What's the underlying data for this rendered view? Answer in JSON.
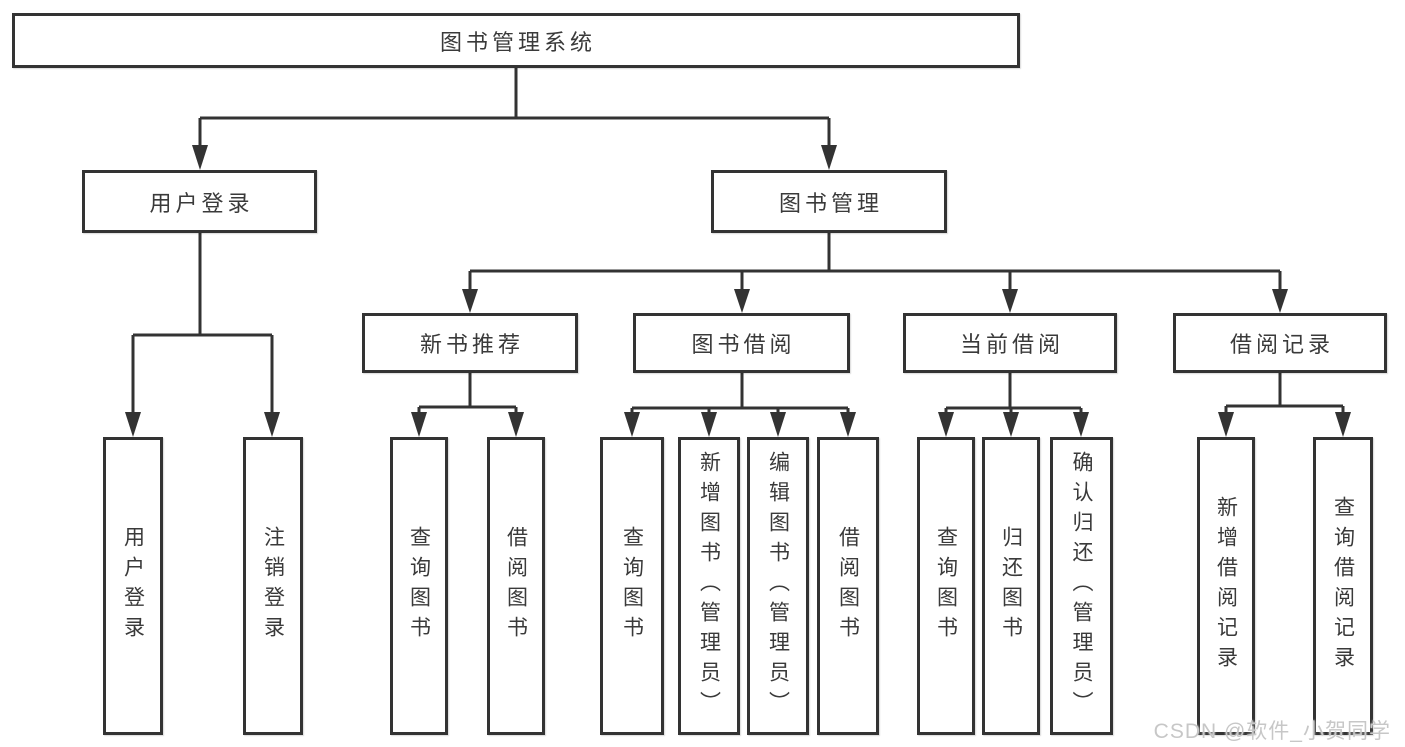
{
  "diagram": {
    "root": {
      "label": "图书管理系统"
    },
    "branches": [
      {
        "label": "用户登录",
        "children": [
          "用户登录",
          "注销登录"
        ]
      },
      {
        "label": "图书管理",
        "children": [
          {
            "label": "新书推荐",
            "children": [
              "查询图书",
              "借阅图书"
            ]
          },
          {
            "label": "图书借阅",
            "children": [
              "查询图书",
              "新增图书（管理员）",
              "编辑图书（管理员）",
              "借阅图书"
            ]
          },
          {
            "label": "当前借阅",
            "children": [
              "查询图书",
              "归还图书",
              "确认归还（管理员）"
            ]
          },
          {
            "label": "借阅记录",
            "children": [
              "新增借阅记录",
              "查询借阅记录"
            ]
          }
        ]
      }
    ]
  },
  "watermark": {
    "text": "CSDN @软件_小贺同学"
  },
  "colors": {
    "line": "#333333",
    "text": "#3a3a3a",
    "box_background": "#ffffff",
    "watermark": "#c7c7c7",
    "background": "#ffffff"
  }
}
